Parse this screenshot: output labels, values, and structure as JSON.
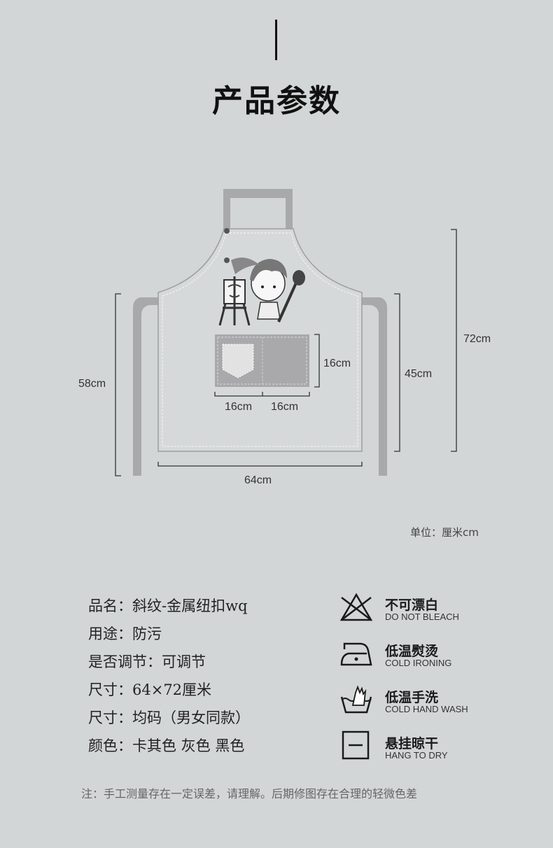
{
  "header": {
    "title": "产品参数"
  },
  "dimensions": {
    "total_height": "72cm",
    "side_height": "58cm",
    "body_height": "45cm",
    "pocket_height": "16cm",
    "pocket_width_left": "16cm",
    "pocket_width_right": "16cm",
    "width": "64cm"
  },
  "unit_note": "单位：厘米cm",
  "specs": [
    "品名：斜纹-金属纽扣wq",
    "用途：防污",
    "是否调节：可调节",
    "尺寸：64×72厘米",
    "尺寸：均码（男女同款）",
    "颜色：卡其色 灰色 黑色"
  ],
  "care": [
    {
      "icon": "no-bleach-icon",
      "cn": "不可漂白",
      "en": "DO NOT BLEACH"
    },
    {
      "icon": "cold-iron-icon",
      "cn": "低温熨烫",
      "en": "COLD IRONING"
    },
    {
      "icon": "hand-wash-icon",
      "cn": "低温手洗",
      "en": "COLD HAND WASH"
    },
    {
      "icon": "hang-dry-icon",
      "cn": "悬挂晾干",
      "en": "HANG TO DRY"
    }
  ],
  "footer_note": "注：手工测量存在一定误差，请理解。后期修图存在合理的轻微色差",
  "colors": {
    "background": "#d3d6d7",
    "apron_body": "#d4d7d8",
    "strap": "#a7a9ab",
    "pocket": "#a9a9ab"
  }
}
